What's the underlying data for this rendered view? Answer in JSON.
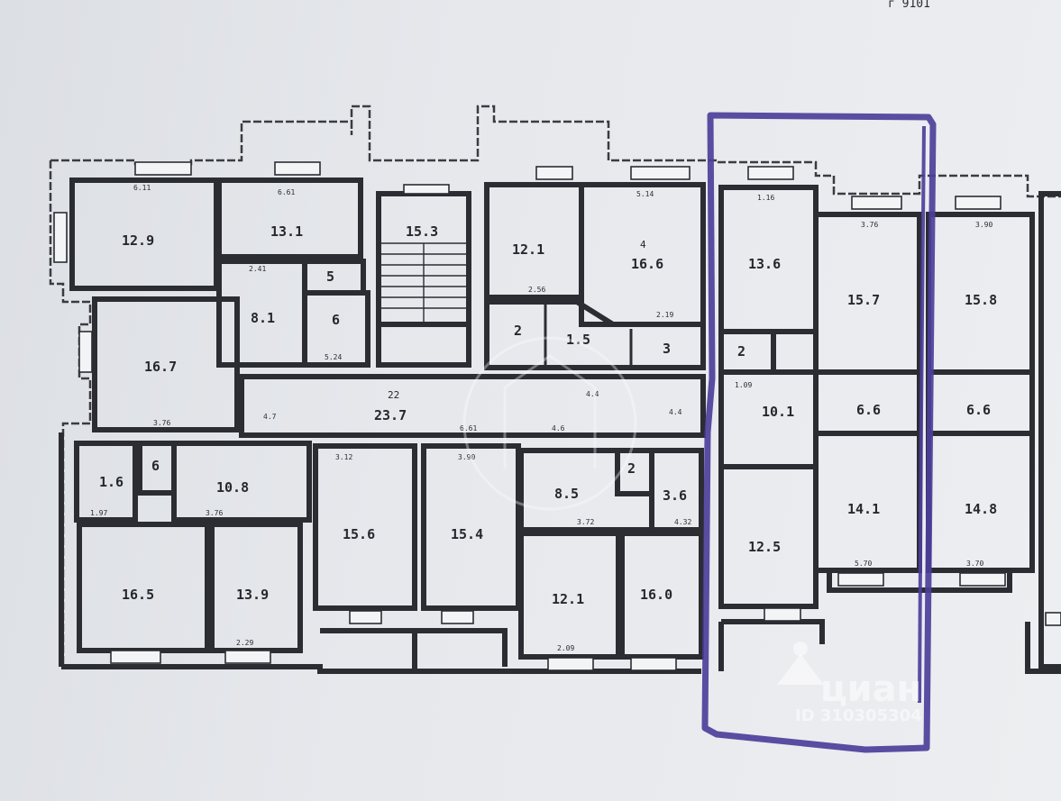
{
  "header": {
    "corner_code": "г 9101"
  },
  "watermark": {
    "brand": "циан",
    "id_text": "ID 310305304"
  },
  "colors": {
    "selection": "#4b3f9a",
    "wall": "#2b2d33",
    "paper": "#e6e8ec"
  },
  "rooms": [
    {
      "num": "",
      "area": "12.9"
    },
    {
      "num": "",
      "area": "13.1"
    },
    {
      "num": "",
      "area": "15.3"
    },
    {
      "num": "",
      "area": "12.1"
    },
    {
      "num": "4",
      "area": "16.6"
    },
    {
      "num": "",
      "area": "13.6"
    },
    {
      "num": "",
      "area": "15.7"
    },
    {
      "num": "",
      "area": "15.8"
    },
    {
      "num": "",
      "area": "8.1"
    },
    {
      "num": "",
      "area": "5"
    },
    {
      "num": "",
      "area": "6"
    },
    {
      "num": "",
      "area": "2"
    },
    {
      "num": "",
      "area": "1.5"
    },
    {
      "num": "",
      "area": "3"
    },
    {
      "num": "",
      "area": "2"
    },
    {
      "num": "",
      "area": "10.1"
    },
    {
      "num": "",
      "area": "6.6"
    },
    {
      "num": "",
      "area": "6.6"
    },
    {
      "num": "",
      "area": "16.7"
    },
    {
      "num": "22",
      "area": "23.7"
    },
    {
      "num": "",
      "area": "1.6"
    },
    {
      "num": "",
      "area": "6"
    },
    {
      "num": "",
      "area": "10.8"
    },
    {
      "num": "",
      "area": "15.6"
    },
    {
      "num": "",
      "area": "15.4"
    },
    {
      "num": "",
      "area": "8.5"
    },
    {
      "num": "",
      "area": "2"
    },
    {
      "num": "",
      "area": "3.6"
    },
    {
      "num": "",
      "area": "12.5"
    },
    {
      "num": "",
      "area": "14.1"
    },
    {
      "num": "",
      "area": "14.8"
    },
    {
      "num": "",
      "area": "16.5"
    },
    {
      "num": "",
      "area": "13.9"
    },
    {
      "num": "",
      "area": "12.1"
    },
    {
      "num": "",
      "area": "16.0"
    }
  ],
  "dims": [
    "6.11",
    "6.61",
    "2.41",
    "2.56",
    "5.14",
    "2.19",
    "1.16",
    "3.76",
    "3.90",
    "5.24",
    "6.61",
    "4.4",
    "4.4",
    "4.6",
    "4.7",
    "1.09",
    "3.76",
    "3.12",
    "3.90",
    "1.97",
    "3.76",
    "3.72",
    "4.32",
    "2.29",
    "2.09",
    "5.70",
    "3.70"
  ]
}
